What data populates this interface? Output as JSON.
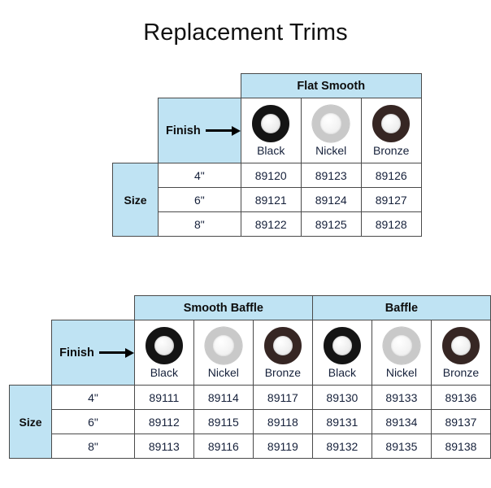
{
  "page": {
    "title": "Replacement Trims",
    "background_color": "#ffffff",
    "header_fill_color": "#bfe3f3",
    "border_color": "#4a4a4a",
    "text_color": "#15203a"
  },
  "labels": {
    "finish": "Finish",
    "size": "Size",
    "arrow_icon": "right-arrow-icon"
  },
  "finishes": [
    {
      "name": "Black",
      "swatch": "trim-ring-black",
      "color": "#141414"
    },
    {
      "name": "Nickel",
      "swatch": "trim-ring-nickel",
      "color": "#c9c9c9"
    },
    {
      "name": "Bronze",
      "swatch": "trim-ring-bronze",
      "color": "#362623"
    }
  ],
  "sizes": [
    "4\"",
    "6\"",
    "8\""
  ],
  "tables": [
    {
      "id": "flat-smooth",
      "groups": [
        {
          "name": "Flat Smooth",
          "finishes": [
            "Black",
            "Nickel",
            "Bronze"
          ]
        }
      ],
      "rows": [
        {
          "size": "4\"",
          "parts": [
            "89120",
            "89123",
            "89126"
          ]
        },
        {
          "size": "6\"",
          "parts": [
            "89121",
            "89124",
            "89127"
          ]
        },
        {
          "size": "8\"",
          "parts": [
            "89122",
            "89125",
            "89128"
          ]
        }
      ]
    },
    {
      "id": "baffles",
      "groups": [
        {
          "name": "Smooth Baffle",
          "finishes": [
            "Black",
            "Nickel",
            "Bronze"
          ]
        },
        {
          "name": "Baffle",
          "finishes": [
            "Black",
            "Nickel",
            "Bronze"
          ]
        }
      ],
      "rows": [
        {
          "size": "4\"",
          "parts": [
            "89111",
            "89114",
            "89117",
            "89130",
            "89133",
            "89136"
          ]
        },
        {
          "size": "6\"",
          "parts": [
            "89112",
            "89115",
            "89118",
            "89131",
            "89134",
            "89137"
          ]
        },
        {
          "size": "8\"",
          "parts": [
            "89113",
            "89116",
            "89119",
            "89132",
            "89135",
            "89138"
          ]
        }
      ]
    }
  ]
}
